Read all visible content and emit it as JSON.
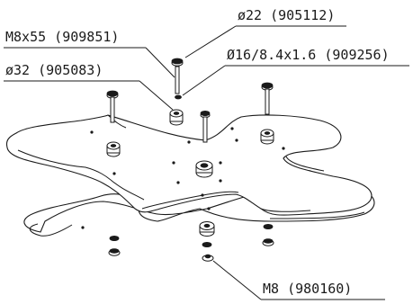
{
  "callouts": {
    "washer_small": "ø22 (905112)",
    "bolt": "M8x55 (909851)",
    "washer_flat": "Ø16/8.4x1.6 (909256)",
    "washer_large": "ø32 (905083)",
    "nut": "M8 (980160)"
  },
  "colors": {
    "ink": "#1a1a1a",
    "background": "#ffffff"
  }
}
